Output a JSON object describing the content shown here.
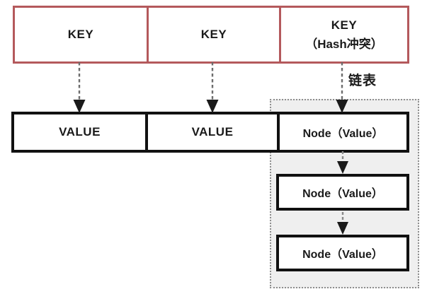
{
  "diagram": {
    "title": "HashMap key-value with hash collision chaining",
    "colors": {
      "key_border": "#b4595c",
      "value_border": "#111111",
      "chain_fill": "#efefef",
      "chain_border": "#8e8e8e",
      "arrow": "#555555",
      "text": "#1a1a1a"
    },
    "key_row": {
      "cells": [
        {
          "label": "KEY",
          "sublabel": ""
        },
        {
          "label": "KEY",
          "sublabel": ""
        },
        {
          "label": "KEY",
          "sublabel": "（Hash冲突）"
        }
      ]
    },
    "value_row": {
      "cells": [
        {
          "label": "VALUE"
        },
        {
          "label": "VALUE"
        },
        {
          "label": "Node（Value）"
        }
      ]
    },
    "chain": {
      "label": "链表",
      "nodes": [
        {
          "label": "Node（Value）"
        },
        {
          "label": "Node（Value）"
        },
        {
          "label": "Node（Value）"
        }
      ]
    },
    "connectors": [
      {
        "name": "key1-to-value1",
        "style": "dashed"
      },
      {
        "name": "key2-to-value2",
        "style": "dashed"
      },
      {
        "name": "key3-to-chain",
        "style": "dashed"
      },
      {
        "name": "node1-to-node2",
        "style": "dashed"
      },
      {
        "name": "node2-to-node3",
        "style": "dashed"
      }
    ]
  }
}
